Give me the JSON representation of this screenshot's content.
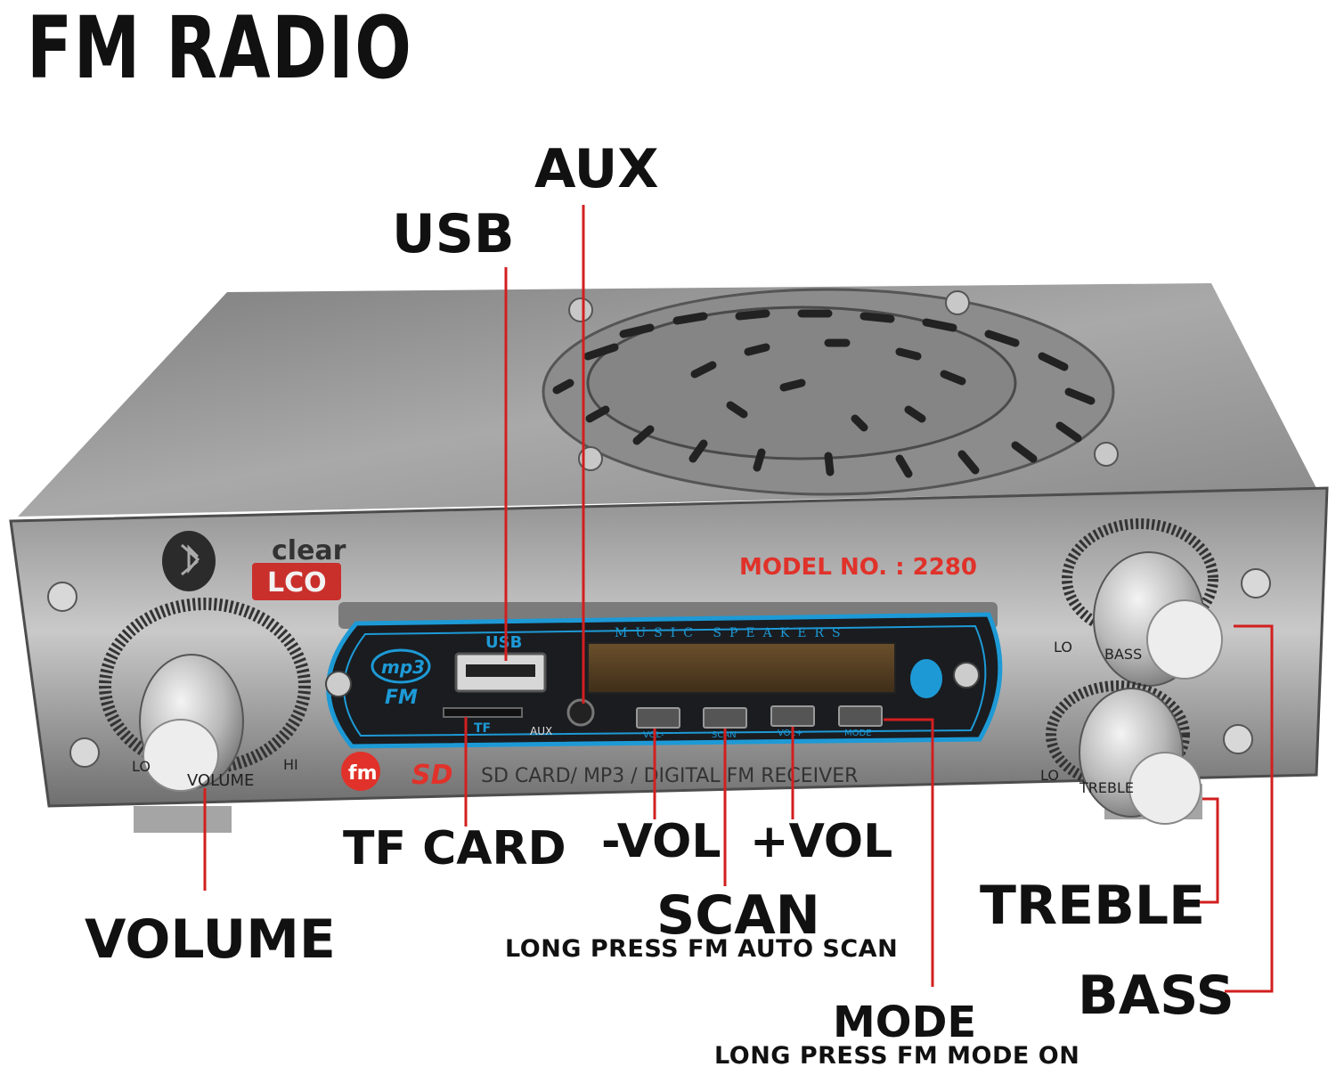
{
  "title": "FM RADIO",
  "device": {
    "brand_top": "clear",
    "brand_logo": "LCO",
    "model": "MODEL NO. : 2280",
    "usb_port_label": "USB",
    "tf_slot_label": "TF",
    "aux_jack_label": "AUX",
    "lcd_header": "MUSIC SPEAKERS",
    "mp3_logo": "mp3",
    "fm_logo": "FM",
    "buttons": [
      "VOL-",
      "SCAN",
      "VOL+",
      "MODE"
    ],
    "bottom_strip": "SD CARD/ MP3 / DIGITAL FM RECEIVER",
    "sd_logo": "SD",
    "fm_badge": "fm",
    "volume_knob_lo": "LO",
    "volume_knob_hi": "HI",
    "volume_knob_name": "VOLUME",
    "bass_lo": "LO",
    "bass_name": "BASS",
    "treble_lo": "LO",
    "treble_name": "TREBLE"
  },
  "callouts": {
    "aux": "AUX",
    "usb": "USB",
    "tf_card": "TF CARD",
    "vol_minus": "-VOL",
    "vol_plus": "+VOL",
    "scan": "SCAN",
    "scan_note": "LONG PRESS FM AUTO SCAN",
    "volume": "VOLUME",
    "treble": "TREBLE",
    "bass": "BASS",
    "mode": "MODE",
    "mode_note": "LONG PRESS FM MODE ON"
  },
  "colors": {
    "leader_line": "#d21f1f",
    "panel_blue": "#1d9ad6",
    "model_red": "#e0322a",
    "metal": "#9a9a9a"
  }
}
